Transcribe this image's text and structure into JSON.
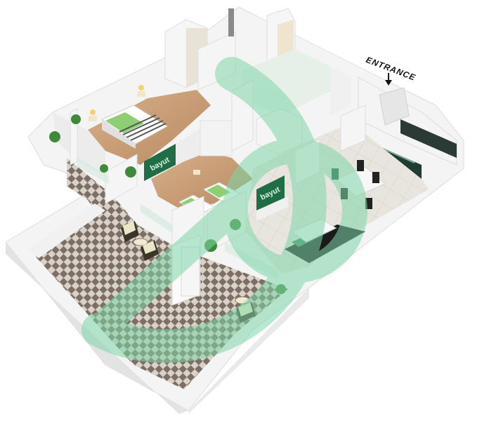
{
  "plan": {
    "entrance_label": "ENTRANCE",
    "tv_text_bedroom": "bayut",
    "tv_text_living": "bayut"
  },
  "colors": {
    "watermark": "#7fd6a8",
    "wall": "#f4f4f4",
    "floor_wood": "#c9a27a",
    "floor_tile": "#e6e2dc",
    "terrace_check_dark": "#7e6f66",
    "terrace_check_light": "#d9d2c8",
    "bedding_green": "#8fcf74",
    "kitchen_dark": "#2c3a35"
  }
}
